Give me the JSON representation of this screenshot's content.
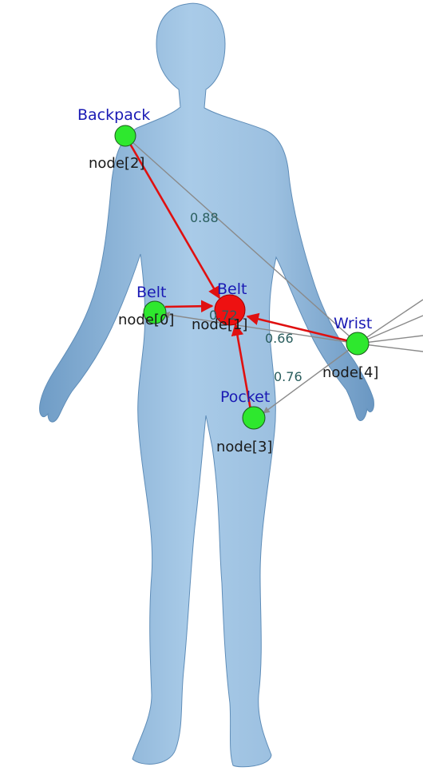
{
  "colors": {
    "node_green": "#2ee82e",
    "node_central": "#ee1111",
    "arrow_red": "#e01010",
    "edge_gray": "#8a8a8a",
    "body_blue": "#8fb6d8"
  },
  "nodes": [
    {
      "id": "node0",
      "location": "Belt",
      "name": "node[0]",
      "central": false
    },
    {
      "id": "node1",
      "location": "Belt",
      "name": "node[1]",
      "central": true
    },
    {
      "id": "node2",
      "location": "Backpack",
      "name": "node[2]",
      "central": false
    },
    {
      "id": "node3",
      "location": "Pocket",
      "name": "node[3]",
      "central": false
    },
    {
      "id": "node4",
      "location": "Wrist",
      "name": "node[4]",
      "central": false
    }
  ],
  "edge_weights": {
    "backpack_belt": "0.88",
    "belt_belt": "0.72",
    "wrist_belt": "0.66",
    "wrist_pocket": "0.76"
  }
}
